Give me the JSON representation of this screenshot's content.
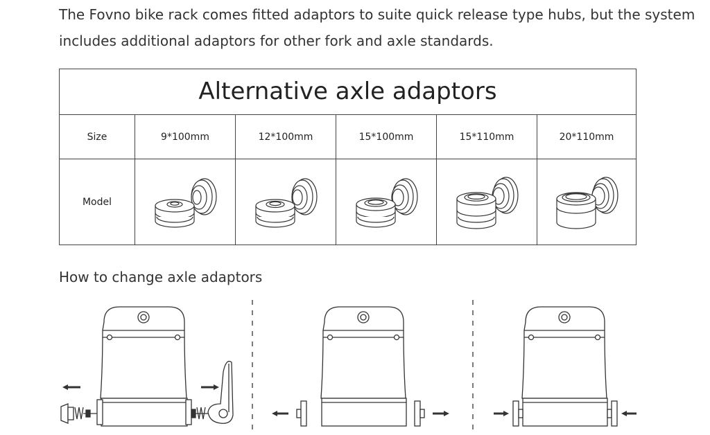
{
  "intro": {
    "line1": "The Fovno bike rack comes fitted adaptors to suite quick release type hubs, but the system",
    "line2": "includes additional  adaptors for other fork and axle standards."
  },
  "table": {
    "title": "Alternative axle adaptors",
    "size_label": "Size",
    "model_label": "Model",
    "sizes": [
      "9*100mm",
      "12*100mm",
      "15*100mm",
      "15*110mm",
      "20*110mm"
    ]
  },
  "how_to": {
    "heading": "How to change axle adaptors"
  },
  "colors": {
    "line": "#333333",
    "border": "#444444",
    "text": "#222222"
  }
}
